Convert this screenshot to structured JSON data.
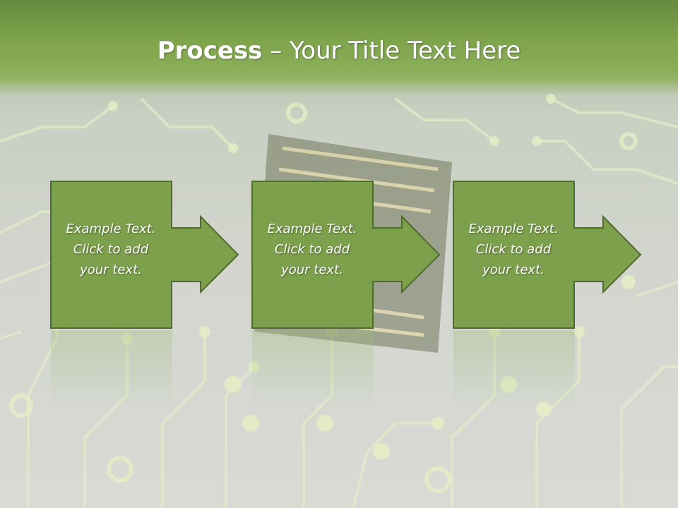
{
  "slide": {
    "title_bold": "Process",
    "title_rest": " – Your Title Text Here"
  },
  "steps": [
    {
      "text": "Example Text.\nClick  to add\nyour text."
    },
    {
      "text": "Example Text.\nClick  to add\nyour text."
    },
    {
      "text": "Example Text.\nClick  to add\nyour text."
    }
  ],
  "colors": {
    "header": "#7fa54d",
    "step_fill": "#7da04c",
    "step_border": "#4f6b2e"
  }
}
